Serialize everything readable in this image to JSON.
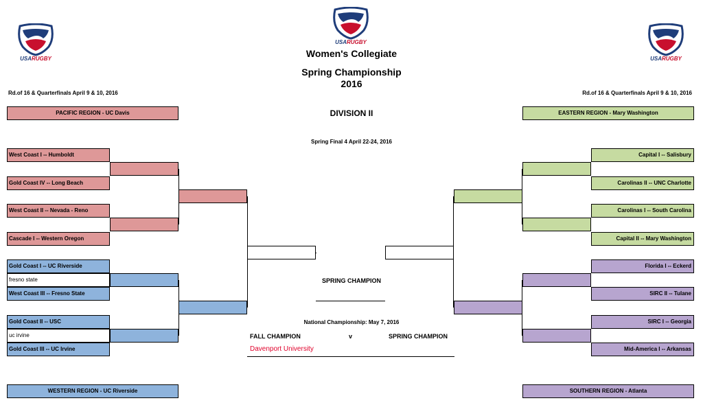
{
  "header": {
    "logo_text": "USA RUGBY",
    "title_line1": "Women's Collegiate",
    "title_line2": "Spring Championship",
    "year": "2016",
    "division": "DIVISION II",
    "round_dates_left": "Rd.of 16 & Quarterfinals April 9 & 10, 2016",
    "round_dates_right": "Rd.of 16 & Quarterfinals April 9 & 10, 2016",
    "final4_dates": "Spring Final 4 April 22-24, 2016"
  },
  "regions": {
    "pacific": "PACIFIC REGION - UC Davis",
    "western": "WESTERN REGION - UC Riverside",
    "eastern": "EASTERN REGION - Mary Washington",
    "southern": "SOUTHERN REGION - Atlanta"
  },
  "left_pacific_teams": [
    "West Coast I -- Humboldt",
    "Gold Coast IV  -- Long Beach",
    "West Coast II -- Nevada - Reno",
    "Cascade I -- Western Oregon"
  ],
  "left_western_teams": [
    "Gold Coast I -- UC Riverside",
    "fresno state",
    "West Coast III -- Fresno State",
    "Gold Coast II -- USC",
    "uc irvine",
    "Gold Coast III -- UC Irvine"
  ],
  "right_eastern_teams": [
    "Capital I -- Salisbury",
    "Carolinas II --  UNC Charlotte",
    "Carolinas I -- South Carolina",
    "Capital II -- Mary Washington"
  ],
  "right_southern_teams": [
    "Florida I -- Eckerd",
    "SIRC II -- Tulane",
    "SIRC I -- Georgia",
    "Mid-America I -- Arkansas"
  ],
  "center": {
    "spring_champion_label": "SPRING CHAMPION",
    "national_championship": "National Championship: May 7, 2016",
    "fall_champion_label": "FALL CHAMPION",
    "vs": "v",
    "spring_champion_label2": "SPRING CHAMPION",
    "fall_champion_name": "Davenport University"
  },
  "colors": {
    "pacific": "#de9898",
    "western": "#8eb3dc",
    "eastern": "#c6dba1",
    "southern": "#b7a5cf",
    "fall_champion_text": "#e0002a",
    "logo_blue": "#1f3d7a",
    "logo_red": "#c8102e"
  },
  "icons": [
    "usa-rugby-eagle-logo"
  ]
}
